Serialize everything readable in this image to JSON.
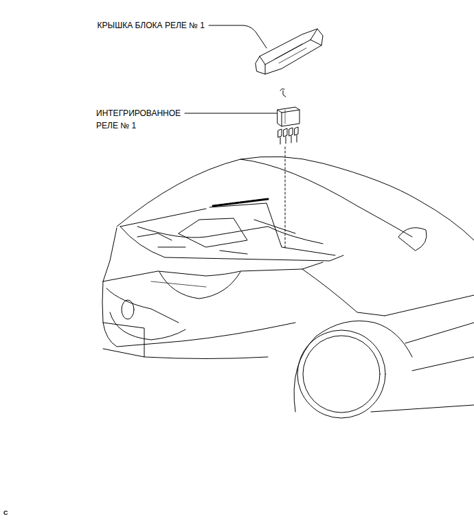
{
  "diagram": {
    "labels": [
      "КРЫШКА БЛОКА РЕЛЕ № 1",
      "ИНТЕГРИРОВАННОЕ РЕЛЕ № 1",
      "C"
    ]
  }
}
